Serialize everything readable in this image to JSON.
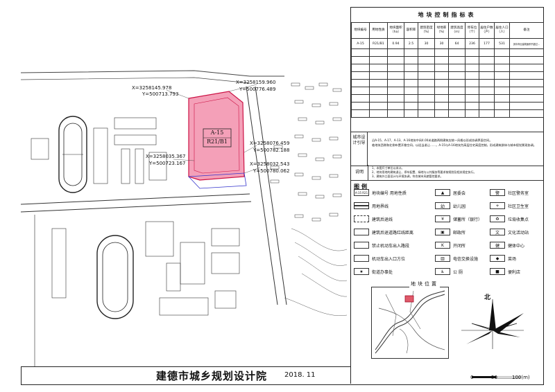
{
  "index_table": {
    "title": "地块控制指标表",
    "headers": [
      "地块编号",
      "用地性质",
      "地块面积（ha）",
      "容积率",
      "建筑密度（%）",
      "绿地率（%）",
      "建筑高度（m）",
      "停车位（个）",
      "居住户数（户）",
      "居住人口（人）",
      "备注"
    ],
    "row": [
      "A-15",
      "R21/B1",
      "0.94",
      "2.5",
      "30",
      "30",
      "64",
      "236",
      "177",
      "531",
      "其中商业建筑面积不超过..."
    ]
  },
  "guidance": {
    "label": "城市设计引导",
    "text1": "沿A-15、A-17、A-13、A-16地块中间4.00米道路两侧建筑应统一风格以形成协调界面空间。",
    "text2": "临地块西侧和北侧布置开敞空间，以适当退让……，A-15与A-16地块为高层住宅高度控制，形成建筑群体与城市视觉景观协调。"
  },
  "notes": {
    "label": "说明",
    "lines": [
      "1、本图尺寸单位以米计。",
      "2、地块用地的建筑退让、停车配置、绿地与公共服务等要求按规划及相关规定执行。",
      "3、建筑外立面设计与环境协调，符合城市风貌管控要求。"
    ]
  },
  "legend": {
    "title": "图例",
    "left": [
      {
        "sym": "A-15 R21",
        "label": "地块编号 用地性质"
      },
      {
        "sym": "",
        "label": "用地界线"
      },
      {
        "sym": "",
        "label": "建筑后退线"
      },
      {
        "sym": "",
        "label": "建筑后退道路红线距离"
      },
      {
        "sym": "",
        "label": "禁止机动车出入路段"
      },
      {
        "sym": "",
        "label": "机动车出入口方位"
      },
      {
        "sym": "★",
        "label": "街道办事处"
      }
    ],
    "mid": [
      {
        "sym": "▲",
        "label": "居委会"
      },
      {
        "sym": "幼",
        "label": "幼儿园"
      },
      {
        "sym": "¥",
        "label": "储蓄所（银行）"
      },
      {
        "sym": "▣",
        "label": "邮政所"
      },
      {
        "sym": "K",
        "label": "开闭所"
      },
      {
        "sym": "▥",
        "label": "电信交换设施"
      },
      {
        "sym": "♿",
        "label": "公 厕"
      }
    ],
    "right": [
      {
        "sym": "警",
        "label": "社区警务室"
      },
      {
        "sym": "+",
        "label": "社区卫生室"
      },
      {
        "sym": "♻",
        "label": "垃圾收集点"
      },
      {
        "sym": "文",
        "label": "文化活动站"
      },
      {
        "sym": "健",
        "label": "健体中心"
      },
      {
        "sym": "◆",
        "label": "菜场"
      },
      {
        "sym": "■",
        "label": "便利店"
      }
    ]
  },
  "location_map": {
    "title": "地块位置"
  },
  "north": {
    "label": "北"
  },
  "scale": {
    "ticks": [
      "0",
      "50",
      "100(m)"
    ]
  },
  "footer": {
    "institute": "建德市城乡规划设计院",
    "date": "2018. 11"
  },
  "parcel": {
    "id": "A-15",
    "code": "R21/B1",
    "fill_color": "#f4a0b8",
    "border_color": "#cc1144"
  },
  "coordinates": [
    "X=3258159.960",
    "Y=500776.489",
    "X=3258145.978",
    "Y=500713.793",
    "X=3258035.367",
    "Y=500723.167",
    "X=3258076.459",
    "Y=500782.188",
    "X=3258032.543",
    "Y=500780.062"
  ],
  "colors": {
    "road_boundary": "#3333cc",
    "line": "#333333"
  }
}
